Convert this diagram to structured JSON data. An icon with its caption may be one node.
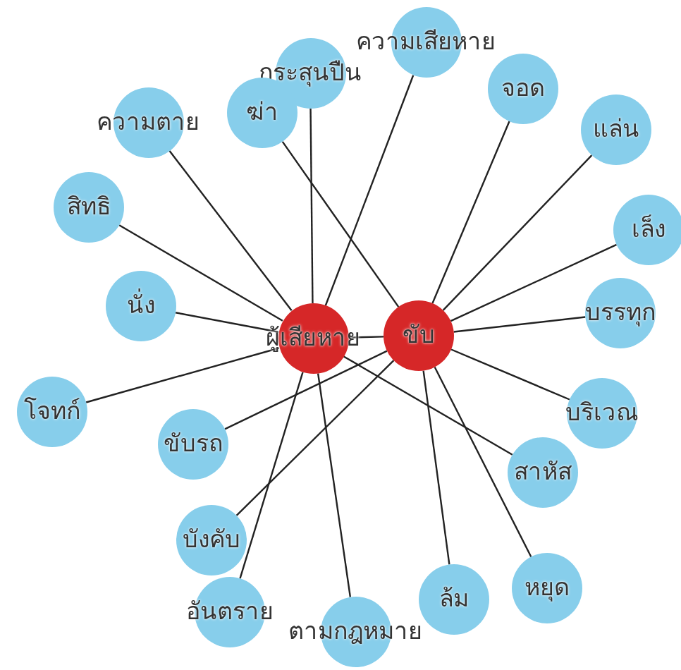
{
  "diagram": {
    "nodes": [
      {
        "text": [
          "ผู้เสียหาย"
        ]
      },
      {
        "text": [
          "ขับ"
        ]
      },
      {
        "text": [
          "ความเสียหาย"
        ]
      },
      {
        "text": [
          "กระสุนปืน"
        ]
      },
      {
        "text": [
          "จอด"
        ]
      },
      {
        "text": [
          "ฆ่า"
        ]
      },
      {
        "text": [
          "ความตาย"
        ]
      },
      {
        "text": [
          "แล่น"
        ]
      },
      {
        "text": [
          "สิทธิ"
        ]
      },
      {
        "text": [
          "เล็ง"
        ]
      },
      {
        "text": [
          "นั่ง"
        ]
      },
      {
        "text": [
          "บรรทุก"
        ]
      },
      {
        "text": [
          "โจทก์"
        ]
      },
      {
        "text": [
          "บริเวณ"
        ]
      },
      {
        "text": [
          "ขับรถ"
        ]
      },
      {
        "text": [
          "สาหัส"
        ]
      },
      {
        "text": [
          "บังคับ"
        ]
      },
      {
        "text": [
          "หยุด"
        ]
      },
      {
        "text": [
          "ล้ม"
        ]
      },
      {
        "text": [
          "อันตราย"
        ]
      },
      {
        "text": [
          "ตามกฎหมาย"
        ]
      }
    ],
    "edges": [
      {
        "from": 0,
        "to": 1,
        "arrow": "none"
      },
      {
        "from": 0,
        "to": 6,
        "arrow": "none"
      },
      {
        "from": 0,
        "to": 3,
        "arrow": "none"
      },
      {
        "from": 0,
        "to": 2,
        "arrow": "none"
      },
      {
        "from": 0,
        "to": 8,
        "arrow": "none"
      },
      {
        "from": 0,
        "to": 10,
        "arrow": "none"
      },
      {
        "from": 0,
        "to": 12,
        "arrow": "none"
      },
      {
        "from": 0,
        "to": 19,
        "arrow": "none"
      },
      {
        "from": 0,
        "to": 20,
        "arrow": "none"
      },
      {
        "from": 0,
        "to": 15,
        "arrow": "none"
      },
      {
        "from": 1,
        "to": 5,
        "arrow": "none"
      },
      {
        "from": 1,
        "to": 4,
        "arrow": "none"
      },
      {
        "from": 1,
        "to": 7,
        "arrow": "none"
      },
      {
        "from": 1,
        "to": 9,
        "arrow": "none"
      },
      {
        "from": 1,
        "to": 11,
        "arrow": "none"
      },
      {
        "from": 1,
        "to": 13,
        "arrow": "none"
      },
      {
        "from": 1,
        "to": 14,
        "arrow": "none"
      },
      {
        "from": 1,
        "to": 16,
        "arrow": "none"
      },
      {
        "from": 1,
        "to": 18,
        "arrow": "none"
      },
      {
        "from": 1,
        "to": 17,
        "arrow": "none"
      }
    ]
  }
}
